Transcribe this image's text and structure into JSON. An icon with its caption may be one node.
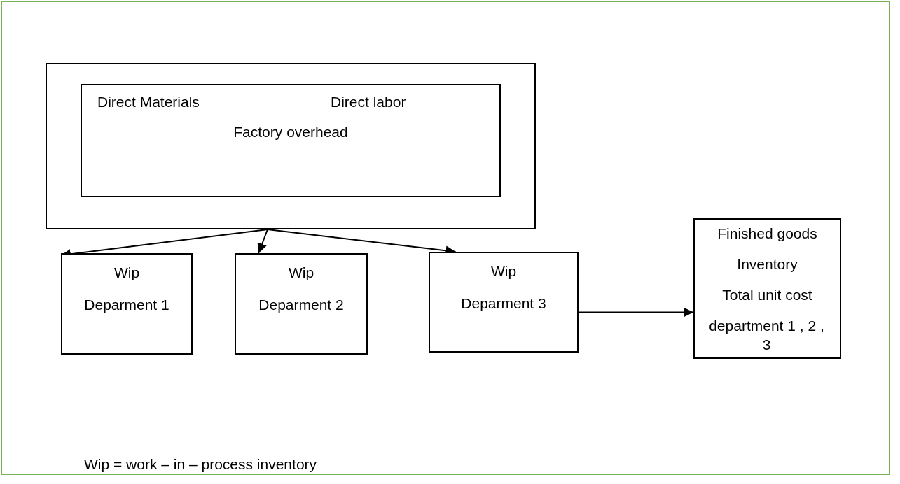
{
  "diagram": {
    "nodes": [
      {
        "text": [],
        "shape": "box"
      },
      {
        "text": [
          "Direct Materials",
          "Direct labor",
          "Factory overhead"
        ],
        "in": 0
      },
      {
        "text": [
          "Wip",
          "Deparment 1"
        ]
      },
      {
        "text": [
          "Wip",
          "Deparment 2"
        ]
      },
      {
        "text": [
          "Wip",
          "Deparment 3"
        ]
      },
      {
        "text": [
          "Finished goods",
          "Inventory",
          "Total unit cost",
          "department 1 , 2 , 3"
        ]
      }
    ],
    "edges": [
      {
        "from": 0,
        "to": 2,
        "arrow": "to"
      },
      {
        "from": 0,
        "to": 3,
        "arrow": "to"
      },
      {
        "from": 0,
        "to": 4,
        "arrow": "to"
      },
      {
        "from": 4,
        "to": 5,
        "arrow": "to"
      }
    ],
    "labels": [
      "Wip = work – in – process inventory"
    ]
  }
}
